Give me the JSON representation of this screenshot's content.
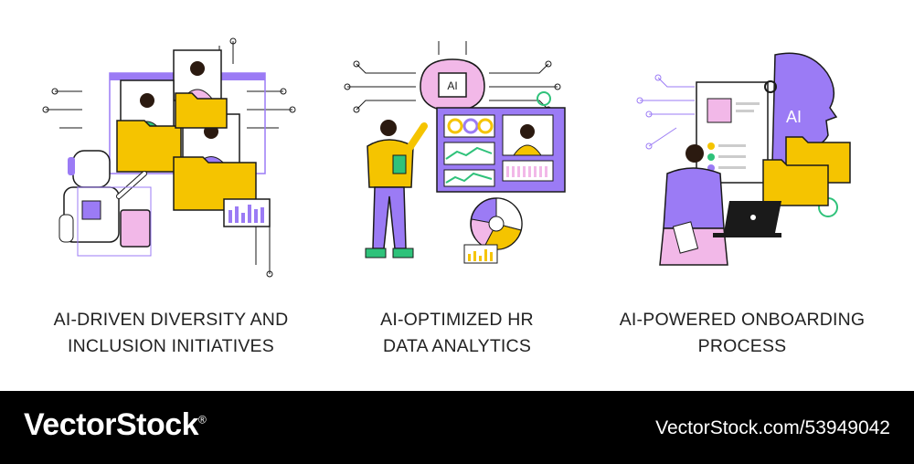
{
  "captions": [
    {
      "line1": "AI-DRIVEN DIVERSITY AND",
      "line2": "INCLUSION INITIATIVES"
    },
    {
      "line1": "AI-OPTIMIZED HR",
      "line2": "DATA ANALYTICS"
    },
    {
      "line1": "AI-POWERED ONBOARDING",
      "line2": "PROCESS"
    }
  ],
  "illustrations": {
    "badge_text_1": "AI",
    "badge_text_2": "AI"
  },
  "footer": {
    "brand": "VectorStock",
    "brand_mark": "®",
    "reference": "VectorStock.com/53949042"
  },
  "colors": {
    "purple": "#9b7bf5",
    "yellow": "#f5c400",
    "pink": "#f2b8e8",
    "green": "#2fc27a",
    "outline": "#1a1a1a",
    "footer_bg": "#000000"
  },
  "icons": [
    "robot-icon",
    "folder-icon",
    "brain-chip-icon",
    "dashboard-icon",
    "ai-head-icon",
    "laptop-icon",
    "gear-icon"
  ]
}
